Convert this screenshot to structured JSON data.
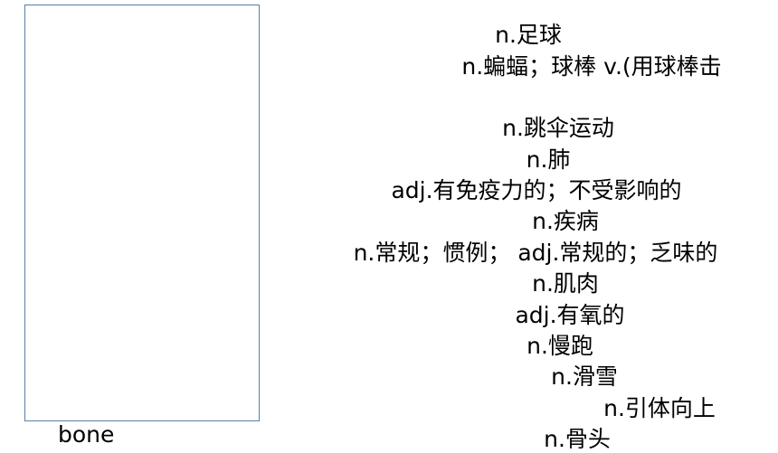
{
  "slide": {
    "left_word": "bone",
    "definitions": [
      "n.足球",
      "n.蝙蝠；球棒 v.(用球棒击",
      "n.跳伞运动",
      "n.肺",
      "adj.有免疫力的；不受影响的",
      "n.疾病",
      "n.常规；惯例； adj.常规的；乏味的",
      "n.肌肉",
      "adj.有氧的",
      "n.慢跑",
      "n.滑雪",
      "n.引体向上",
      "n.骨头"
    ]
  }
}
